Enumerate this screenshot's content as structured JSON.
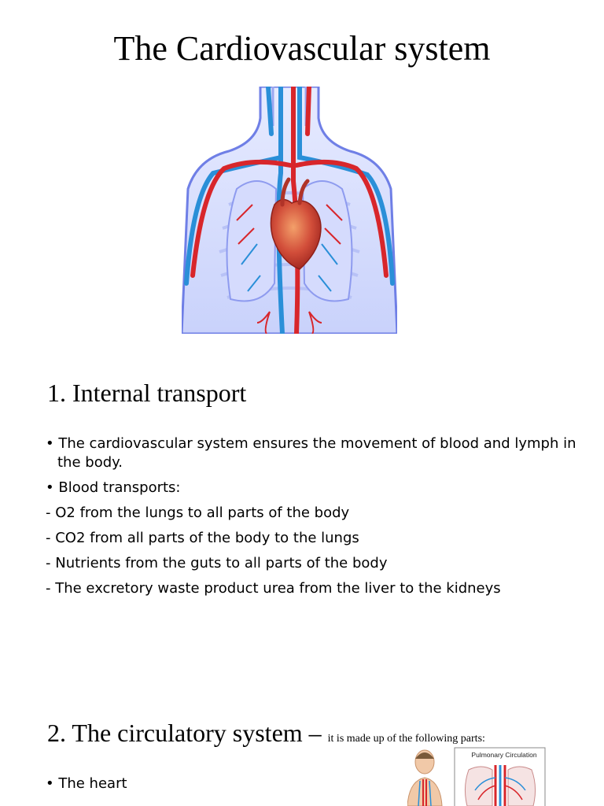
{
  "slide": {
    "title": "The Cardiovascular system"
  },
  "section1": {
    "heading": "1. Internal transport",
    "bullets": [
      {
        "marker": "•",
        "text": "The cardiovascular system ensures the movement of blood and lymph in the body."
      },
      {
        "marker": "•",
        "text": "Blood transports:"
      }
    ],
    "dashes": [
      {
        "marker": "-",
        "text": "O2 from the lungs to all parts of the body"
      },
      {
        "marker": "-",
        "text": "CO2 from all parts of the body to the lungs"
      },
      {
        "marker": "-",
        "text": "Nutrients from the guts to all parts of the body"
      },
      {
        "marker": "-",
        "text": "The excretory waste product urea from the liver to the kidneys"
      }
    ]
  },
  "section2": {
    "heading": "2. The circulatory system –",
    "heading_small": "it is made up of the following parts:",
    "bullets": [
      {
        "marker": "•",
        "text": "The heart"
      }
    ],
    "figure_label": "Pulmonary Circulation"
  },
  "colors": {
    "artery": "#d8262b",
    "vein": "#2a8fd8",
    "body_outline": "#6f7fe6",
    "heart": "#c8423a"
  }
}
